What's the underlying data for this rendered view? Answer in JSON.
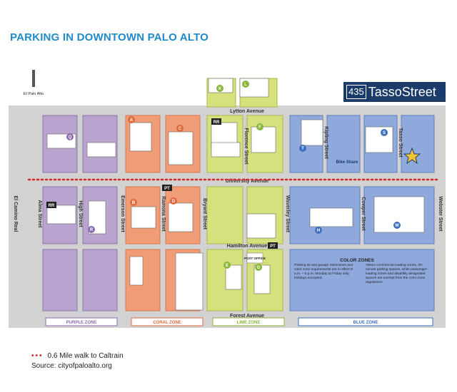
{
  "title": "PARKING IN DOWNTOWN PALO ALTO",
  "brand": {
    "number": "435",
    "name": "TassoStreet"
  },
  "landmark": "El Palo Alto",
  "colors": {
    "purple": "#b9a4cf",
    "coral": "#f09c76",
    "lime": "#d6e07d",
    "blue": "#8fa9dc",
    "street": "#cfcfcf",
    "route": "#e0262a",
    "brand": "#1b3b6b",
    "title": "#1f8ac7"
  },
  "streets": {
    "horizontal": [
      "Lytton Avenue",
      "University Avenue",
      "Hamilton Avenue",
      "Forest Avenue"
    ],
    "vertical": [
      "El Camino Real",
      "Alma Street",
      "High Street",
      "Emerson Street",
      "Ramona Street",
      "Bryant Street",
      "Florence Street",
      "Waverley Street",
      "Kipling Street",
      "Cowper Street",
      "Tasso Street",
      "Webster Street"
    ]
  },
  "zones": [
    "PURPLE ZONE",
    "CORAL ZONE",
    "LIME ZONE",
    "BLUE ZONE"
  ],
  "markers": [
    "A",
    "B",
    "C",
    "D",
    "E",
    "F",
    "G",
    "H",
    "K",
    "L",
    "Q",
    "R",
    "S",
    "T",
    "W",
    "PT",
    "RR",
    "POST OFFICE"
  ],
  "bike_share": "Bike Share",
  "color_zones": {
    "heading": "COLOR ZONES",
    "text_left": "Parking lot and garage restrictions and color zone requirements are in effect 8 a.m. – 5 p.m. Monday to Friday only, holidays excepted.",
    "text_right": "Yellow commercial-loading zones, 20-minute parking spaces, white passenger-loading zones and disability designated spaces are exempt from the color-zone regulations."
  },
  "legend": "0.6 Mile walk to Caltrain",
  "source": "Source: cityofpaloalto.org"
}
